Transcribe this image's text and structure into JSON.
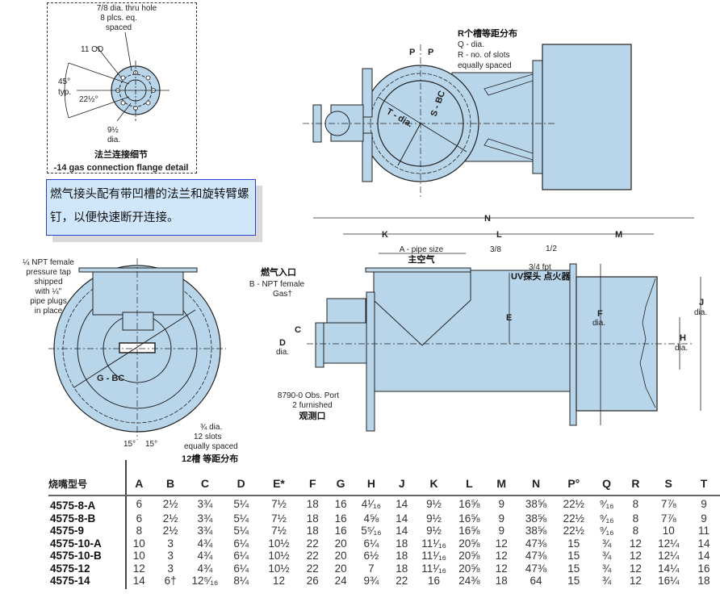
{
  "flange_detail": {
    "hole_note": "7/8 dia. thru hole",
    "hole_note_2": "8 plcs. eq.",
    "hole_note_3": "spaced",
    "od": "11 OD",
    "angle_typ": "45°",
    "angle_typ_2": "typ.",
    "half_angle": "22½°",
    "bc_dia": "9½",
    "bc_dia_2": "dia.",
    "title_cn": "法兰连接细节",
    "title_en": "-14 gas connection flange detail"
  },
  "note_box": {
    "text": "燃气接头配有带凹槽的法兰和旋转臂螺钉，以便快速断开连接。"
  },
  "top_view": {
    "slots_cn": "R个槽等距分布",
    "q_label": "Q - dia.",
    "r_label": "R - no. of slots",
    "r_label_2": "equally spaced",
    "p_label": "P",
    "t_label": "T - dia.",
    "s_label": "S - BC"
  },
  "end_view": {
    "tap_note_1": "¼ NPT female",
    "tap_note_2": "pressure tap",
    "tap_note_3": "shipped",
    "tap_note_4": "with ¼\"",
    "tap_note_5": "pipe plugs",
    "tap_note_6": "in place",
    "g_label": "G - BC",
    "angle_label": "15°",
    "slot_note_1": "¾ dia.",
    "slot_note_2": "12 slots",
    "slot_note_3": "equally spaced",
    "slot_cn": "12槽 等距分布"
  },
  "side_view": {
    "n_label": "N",
    "k_label": "K",
    "l_label": "L",
    "m_label": "M",
    "a_label": "A - pipe size",
    "a_cn": "主空气",
    "gas_cn": "燃气入口",
    "gas_label": "B - NPT female",
    "gas_label_2": "Gas†",
    "c_label": "C",
    "d_label": "D",
    "d_dia": "dia.",
    "e_label": "E",
    "three_eighths": "3/8",
    "half": "1/2",
    "fpt": "3/4 fpt",
    "uv_cn": "UV探头 点火器",
    "f_label": "F",
    "f_dia": "dia.",
    "j_label": "J",
    "j_dia": "dia.",
    "h_label": "H",
    "h_dia": "dia.",
    "obs_1": "8790-0 Obs. Port",
    "obs_2": "2 furnished",
    "obs_cn": "观测口"
  },
  "table": {
    "headers": [
      "烧嘴型号",
      "A",
      "B",
      "C",
      "D",
      "E*",
      "F",
      "G",
      "H",
      "J",
      "K",
      "L",
      "M",
      "N",
      "P°",
      "Q",
      "R",
      "S",
      "T"
    ],
    "rows": [
      [
        "4575-8-A",
        "6",
        "2½",
        "3¾",
        "5¼",
        "7½",
        "18",
        "16",
        "4¹⁄₁₆",
        "14",
        "9½",
        "16⅝",
        "9",
        "38⅝",
        "22½",
        "⁹⁄₁₆",
        "8",
        "7⅞",
        "9"
      ],
      [
        "4575-8-B",
        "6",
        "2½",
        "3¾",
        "5¼",
        "7½",
        "18",
        "16",
        "4⅝",
        "14",
        "9½",
        "16⅝",
        "9",
        "38⅝",
        "22½",
        "⁹⁄₁₆",
        "8",
        "7⅞",
        "9"
      ],
      [
        "4575-9",
        "8",
        "2½",
        "3¾",
        "5¼",
        "7½",
        "18",
        "16",
        "5⁵⁄₁₆",
        "14",
        "9½",
        "16⅝",
        "9",
        "38⅝",
        "22½",
        "⁹⁄₁₆",
        "8",
        "10",
        "11"
      ],
      [
        "4575-10-A",
        "10",
        "3",
        "4¾",
        "6¼",
        "10½",
        "22",
        "20",
        "6¼",
        "18",
        "11¹⁄₁₆",
        "20⅝",
        "12",
        "47⅜",
        "15",
        "¾",
        "12",
        "12¼",
        "14"
      ],
      [
        "4575-10-B",
        "10",
        "3",
        "4¾",
        "6¼",
        "10½",
        "22",
        "20",
        "6½",
        "18",
        "11¹⁄₁₆",
        "20⅝",
        "12",
        "47⅜",
        "15",
        "¾",
        "12",
        "12¼",
        "14"
      ],
      [
        "4575-12",
        "12",
        "3",
        "4¾",
        "6¼",
        "10½",
        "22",
        "20",
        "7",
        "18",
        "11¹⁄₁₆",
        "20⅝",
        "12",
        "47⅜",
        "15",
        "¾",
        "12",
        "14¼",
        "16"
      ],
      [
        "4575-14",
        "14",
        "6†",
        "12⁵⁄₁₆",
        "8¼",
        "12",
        "26",
        "24",
        "9¾",
        "22",
        "16",
        "24⅜",
        "18",
        "64",
        "15",
        "¾",
        "12",
        "16¼",
        "18"
      ]
    ]
  },
  "colors": {
    "part_fill": "#b9d5ea",
    "note_fill": "#cfe6fb",
    "note_border": "#2a3fd0"
  }
}
